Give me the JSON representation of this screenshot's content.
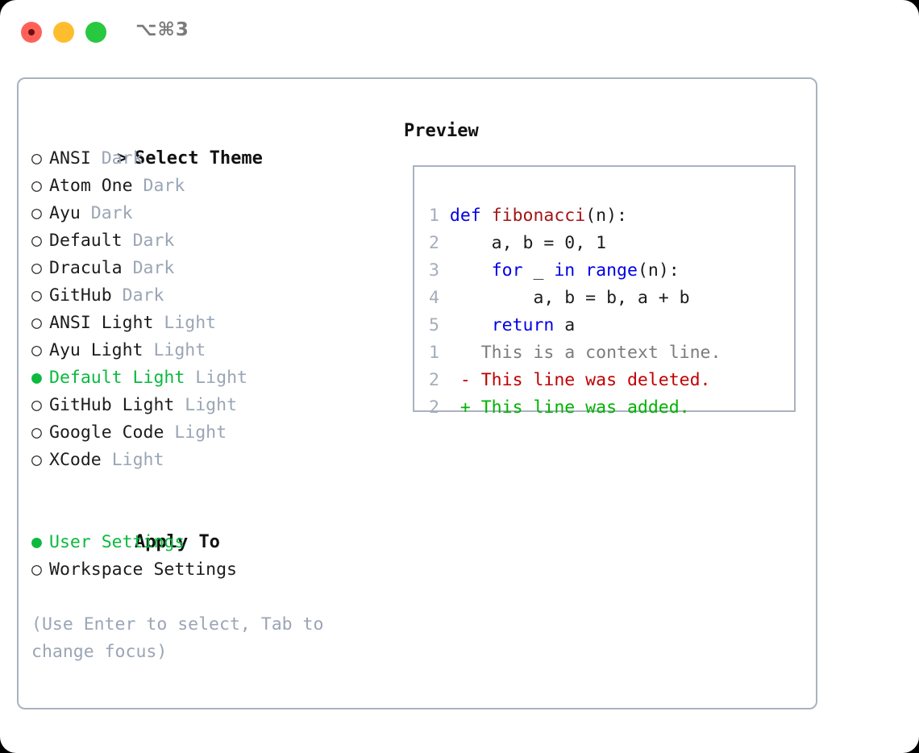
{
  "window": {
    "title": "⌥⌘3",
    "traffic_lights": {
      "close_color": "#ff6159",
      "minimize_color": "#ffbd2e",
      "maximize_color": "#28c840"
    }
  },
  "colors": {
    "accent_green": "#0bb93f",
    "muted": "#9aa5b5",
    "border": "#aab2c0",
    "keyword_blue": "#0000e6",
    "function_red": "#a31515",
    "diff_add": "#00b300",
    "diff_del": "#c00000"
  },
  "theme_list": {
    "header_prefix": "> ",
    "header": "Select Theme",
    "bullet_on": "●",
    "bullet_off": "○",
    "items": [
      {
        "name": "ANSI",
        "mode": "Dark",
        "selected": false
      },
      {
        "name": "Atom One",
        "mode": "Dark",
        "selected": false
      },
      {
        "name": "Ayu",
        "mode": "Dark",
        "selected": false
      },
      {
        "name": "Default",
        "mode": "Dark",
        "selected": false
      },
      {
        "name": "Dracula",
        "mode": "Dark",
        "selected": false
      },
      {
        "name": "GitHub",
        "mode": "Dark",
        "selected": false
      },
      {
        "name": "ANSI Light",
        "mode": "Light",
        "selected": false
      },
      {
        "name": "Ayu Light",
        "mode": "Light",
        "selected": false
      },
      {
        "name": "Default Light",
        "mode": "Light",
        "selected": true
      },
      {
        "name": "GitHub Light",
        "mode": "Light",
        "selected": false
      },
      {
        "name": "Google Code",
        "mode": "Light",
        "selected": false
      },
      {
        "name": "XCode",
        "mode": "Light",
        "selected": false
      }
    ]
  },
  "apply_to": {
    "header": "Apply To",
    "items": [
      {
        "label": "User Settings",
        "selected": true
      },
      {
        "label": "Workspace Settings",
        "selected": false
      }
    ]
  },
  "hint": {
    "line1": "(Use Enter to select, Tab to",
    "line2": "change focus)"
  },
  "preview": {
    "title": "Preview",
    "code_lines": [
      {
        "n": "1",
        "tokens": [
          {
            "t": "def ",
            "c": "kw"
          },
          {
            "t": "fibonacci",
            "c": "fn"
          },
          {
            "t": "(n):",
            "c": "plain"
          }
        ]
      },
      {
        "n": "2",
        "tokens": [
          {
            "t": "    a, b = 0, 1",
            "c": "plain"
          }
        ]
      },
      {
        "n": "3",
        "tokens": [
          {
            "t": "    ",
            "c": "plain"
          },
          {
            "t": "for ",
            "c": "kw"
          },
          {
            "t": "_ ",
            "c": "plain"
          },
          {
            "t": "in ",
            "c": "kw"
          },
          {
            "t": "range",
            "c": "kw"
          },
          {
            "t": "(n):",
            "c": "plain"
          }
        ]
      },
      {
        "n": "4",
        "tokens": [
          {
            "t": "        a, b = b, a + b",
            "c": "plain"
          }
        ]
      },
      {
        "n": "5",
        "tokens": [
          {
            "t": "    ",
            "c": "plain"
          },
          {
            "t": "return ",
            "c": "kw"
          },
          {
            "t": "a",
            "c": "plain"
          }
        ]
      }
    ],
    "diff_lines": [
      {
        "n": "1",
        "marker": " ",
        "text": "This is a context line.",
        "kind": "ctx"
      },
      {
        "n": "2",
        "marker": "-",
        "text": "This line was deleted.",
        "kind": "del"
      },
      {
        "n": "2",
        "marker": "+",
        "text": "This line was added.",
        "kind": "add"
      }
    ]
  }
}
